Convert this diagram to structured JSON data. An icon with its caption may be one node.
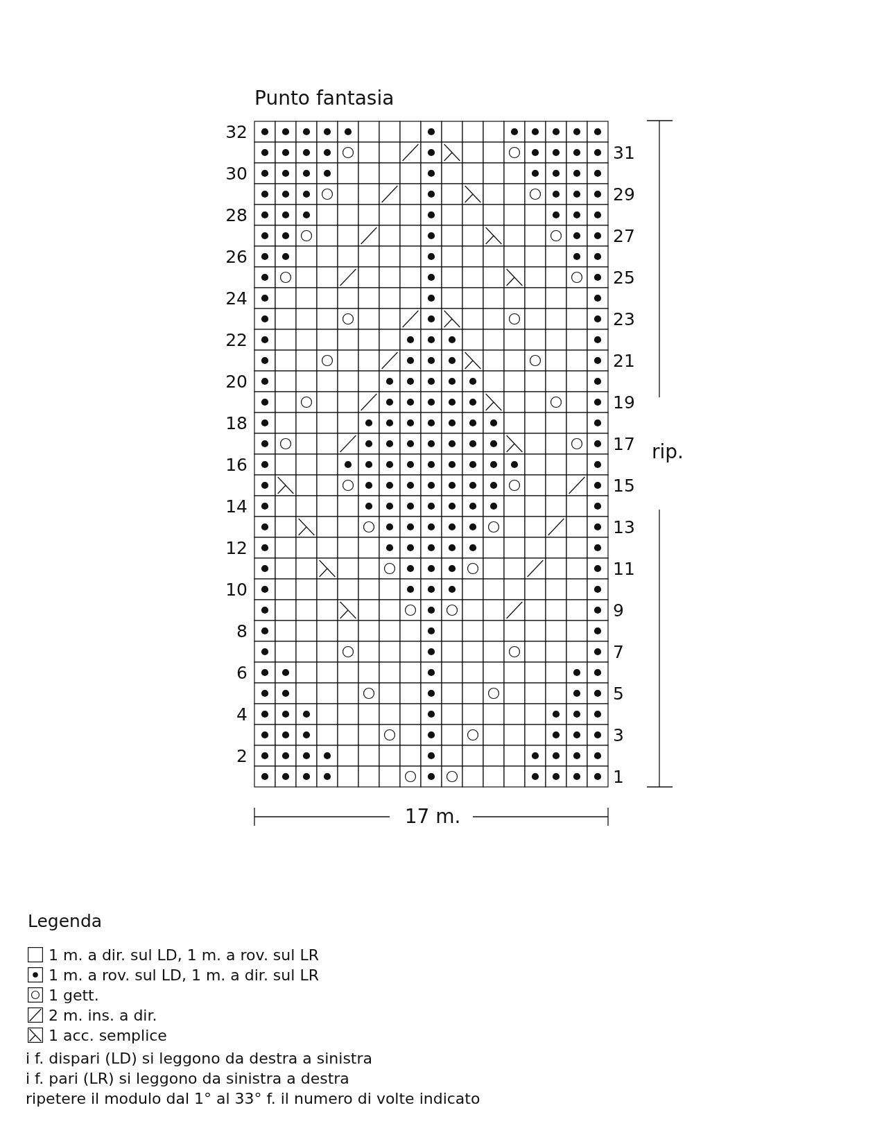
{
  "diagram": {
    "title": "Punto fantasia",
    "labels": [
      "32",
      "31",
      "30",
      "29",
      "28",
      "27",
      "26",
      "25",
      "24",
      "23",
      "22",
      "21",
      "20",
      "19",
      "18",
      "17",
      "rip.",
      "16",
      "15",
      "14",
      "13",
      "12",
      "11",
      "10",
      "9",
      "8",
      "7",
      "6",
      "5",
      "4",
      "3",
      "2",
      "1",
      "17 m.",
      "Legenda",
      "i f. dispari (LD) si leggono da destra a sinistra",
      "i f. pari (LR) si leggono da sinistra a destra",
      "ripetere il modulo dal 1° al 33° f. il numero di volte indicato"
    ],
    "legend": [
      {
        "text": "1 m. a dir. sul LD, 1 m. a rov. sul LR"
      },
      {
        "text": "1 m. a rov. sul LD, 1 m. a dir. sul LR"
      },
      {
        "text": "1 gett."
      },
      {
        "text": "2 m. ins. a dir."
      },
      {
        "text": "1 acc. semplice"
      }
    ]
  }
}
